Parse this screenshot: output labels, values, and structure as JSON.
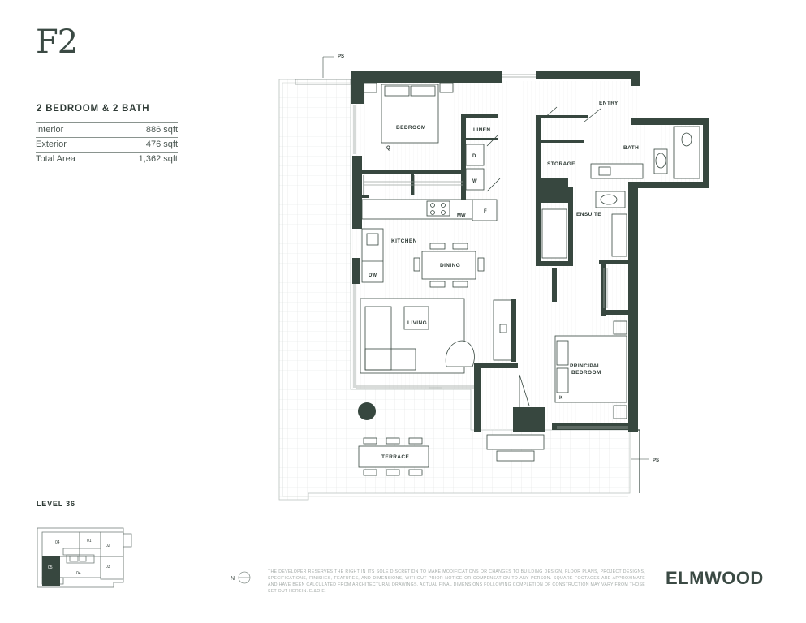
{
  "unit": {
    "name": "F2",
    "type": "2 BEDROOM & 2 BATH"
  },
  "areas": [
    {
      "label": "Interior",
      "value": "886 sqft"
    },
    {
      "label": "Exterior",
      "value": "476 sqft"
    },
    {
      "label": "Total Area",
      "value": "1,362 sqft"
    }
  ],
  "level": "LEVEL 36",
  "keyplan": {
    "units": [
      "04",
      "01",
      "02",
      "05",
      "04",
      "03"
    ],
    "highlight": "05",
    "highlight_color": "#37473f"
  },
  "north_label": "N",
  "disclaimer": "THE DEVELOPER RESERVES THE RIGHT IN ITS SOLE DISCRETION TO MAKE MODIFICATIONS OR CHANGES TO BUILDING DESIGN, FLOOR PLANS, PROJECT DESIGNS, SPECIFICATIONS, FINISHES, FEATURES, AND DIMENSIONS, WITHOUT PRIOR NOTICE OR COMPENSATION TO ANY PERSON. SQUARE FOOTAGES ARE APPROXIMATE AND HAVE BEEN CALCULATED FROM ARCHITECTURAL DRAWINGS. ACTUAL FINAL DIMENSIONS FOLLOWING COMPLETION OF CONSTRUCTION MAY VARY FROM THOSE SET OUT HEREIN. E.&O.E.",
  "brand": "ELMWOOD",
  "plan": {
    "wall_color": "#37473f",
    "rooms": {
      "bedroom": "BEDROOM",
      "linen": "LINEN",
      "entry": "ENTRY",
      "bath": "BATH",
      "storage": "STORAGE",
      "ensuite": "ENSUITE",
      "kitchen": "KITCHEN",
      "dining": "DINING",
      "living": "LIVING",
      "principal_1": "PRINCIPAL",
      "principal_2": "BEDROOM",
      "terrace": "TERRACE"
    },
    "fixtures": {
      "dryer": "D",
      "washer": "W",
      "microwave": "MW",
      "fridge": "F",
      "dishwasher": "DW",
      "bed_size_1": "Q",
      "bed_size_2": "K"
    },
    "ps_top": "PS",
    "ps_right": "PS"
  }
}
